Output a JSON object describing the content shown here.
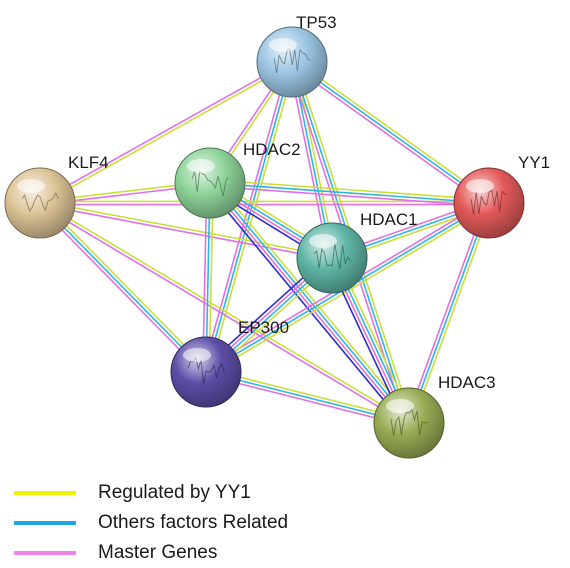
{
  "nodes": [
    {
      "id": "TP53",
      "label": "TP53",
      "color": "#9cc6e4"
    },
    {
      "id": "KLF4",
      "label": "KLF4",
      "color": "#ddc497"
    },
    {
      "id": "HDAC2",
      "label": "HDAC2",
      "color": "#8ed49a"
    },
    {
      "id": "YY1",
      "label": "YY1",
      "color": "#e35a5a"
    },
    {
      "id": "HDAC1",
      "label": "HDAC1",
      "color": "#5fb6a6"
    },
    {
      "id": "EP300",
      "label": "EP300",
      "color": "#5d4ea8"
    },
    {
      "id": "HDAC3",
      "label": "HDAC3",
      "color": "#98ad55"
    }
  ],
  "edges": [
    {
      "source": "TP53",
      "target": "KLF4",
      "types": [
        "yellow",
        "pink"
      ]
    },
    {
      "source": "TP53",
      "target": "HDAC2",
      "types": [
        "yellow",
        "pink"
      ]
    },
    {
      "source": "TP53",
      "target": "YY1",
      "types": [
        "yellow",
        "cyan",
        "pink"
      ]
    },
    {
      "source": "TP53",
      "target": "HDAC1",
      "types": [
        "yellow",
        "cyan",
        "pink"
      ]
    },
    {
      "source": "TP53",
      "target": "EP300",
      "types": [
        "yellow",
        "cyan",
        "pink"
      ]
    },
    {
      "source": "TP53",
      "target": "HDAC3",
      "types": [
        "yellow",
        "cyan",
        "pink"
      ]
    },
    {
      "source": "KLF4",
      "target": "HDAC2",
      "types": [
        "yellow",
        "pink"
      ]
    },
    {
      "source": "KLF4",
      "target": "YY1",
      "types": [
        "yellow",
        "pink"
      ]
    },
    {
      "source": "KLF4",
      "target": "HDAC1",
      "types": [
        "yellow",
        "pink"
      ]
    },
    {
      "source": "KLF4",
      "target": "EP300",
      "types": [
        "yellow",
        "cyan",
        "pink"
      ]
    },
    {
      "source": "KLF4",
      "target": "HDAC3",
      "types": [
        "yellow",
        "pink"
      ]
    },
    {
      "source": "HDAC2",
      "target": "YY1",
      "types": [
        "yellow",
        "cyan",
        "pink"
      ]
    },
    {
      "source": "HDAC2",
      "target": "HDAC1",
      "types": [
        "yellow",
        "cyan",
        "pink",
        "blue"
      ]
    },
    {
      "source": "HDAC2",
      "target": "EP300",
      "types": [
        "yellow",
        "cyan",
        "pink"
      ]
    },
    {
      "source": "HDAC2",
      "target": "HDAC3",
      "types": [
        "yellow",
        "cyan",
        "pink",
        "blue"
      ]
    },
    {
      "source": "YY1",
      "target": "HDAC1",
      "types": [
        "yellow",
        "cyan",
        "pink"
      ]
    },
    {
      "source": "YY1",
      "target": "EP300",
      "types": [
        "yellow",
        "cyan",
        "pink"
      ]
    },
    {
      "source": "YY1",
      "target": "HDAC3",
      "types": [
        "yellow",
        "cyan",
        "pink"
      ]
    },
    {
      "source": "HDAC1",
      "target": "EP300",
      "types": [
        "yellow",
        "cyan",
        "pink",
        "blue"
      ]
    },
    {
      "source": "HDAC1",
      "target": "HDAC3",
      "types": [
        "yellow",
        "cyan",
        "pink",
        "blue"
      ]
    },
    {
      "source": "EP300",
      "target": "HDAC3",
      "types": [
        "yellow",
        "cyan",
        "pink"
      ]
    }
  ],
  "edge_colors": {
    "yellow": "#c9df3a",
    "cyan": "#2fb5e3",
    "pink": "#e070e6",
    "blue": "#2a2ad6"
  },
  "legend": [
    {
      "label": "Regulated by YY1",
      "color": "#f2ee00"
    },
    {
      "label": "Others factors Related",
      "color": "#1fa6e0"
    },
    {
      "label": "Master Genes",
      "color": "#ee82ee"
    }
  ]
}
